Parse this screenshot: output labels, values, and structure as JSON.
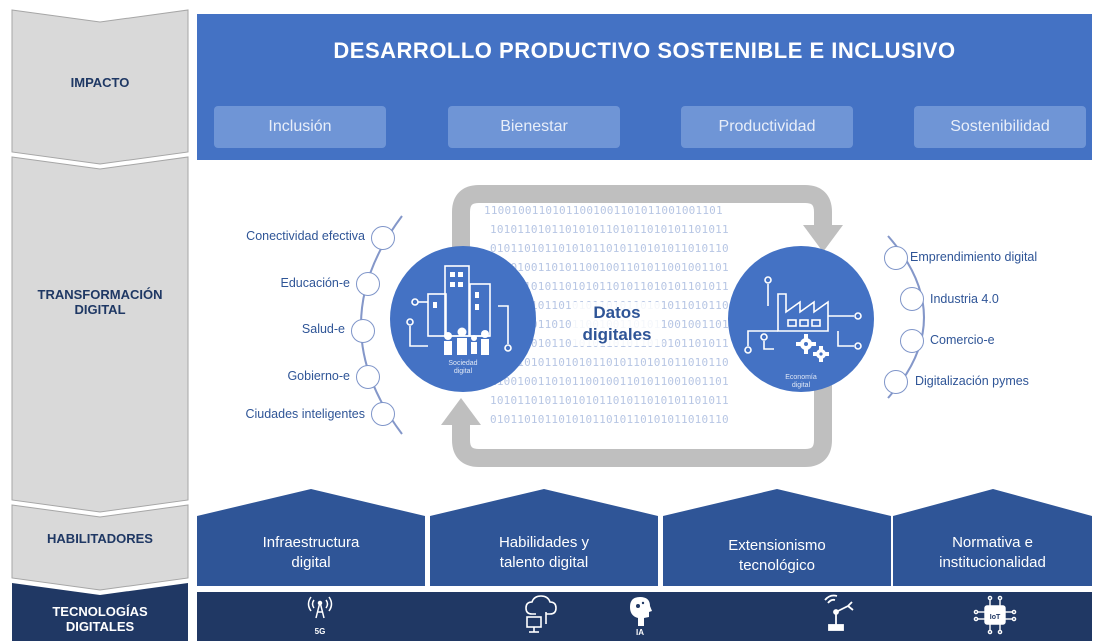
{
  "levels": {
    "impacto": "IMPACTO",
    "transformacion_line1": "TRANSFORMACIÓN",
    "transformacion_line2": "DIGITAL",
    "habilitadores": "HABILITADORES",
    "tecnologias_line1": "TECNOLOGÍAS",
    "tecnologias_line2": "DIGITALES"
  },
  "impact": {
    "title": "DESARROLLO PRODUCTIVO SOSTENIBLE E INCLUSIVO",
    "pillars": [
      "Inclusión",
      "Bienestar",
      "Productividad",
      "Sostenibilidad"
    ]
  },
  "transformation": {
    "left_items": [
      "Conectividad efectiva",
      "Educación-e",
      "Salud-e",
      "Gobierno-e",
      "Ciudades inteligentes"
    ],
    "right_items": [
      "Emprendimiento digital",
      "Industria 4.0",
      "Comercio-e",
      "Digitalización pymes"
    ],
    "center_line1": "Datos",
    "center_line2": "digitales",
    "society_line1": "Sociedad",
    "society_line2": "digital",
    "economy_line1": "Economía",
    "economy_line2": "digital",
    "binary_rows": [
      "11001001101011001001101011001001101",
      "10101101011010101101011010101101011",
      "01011010110101011010110101011010110",
      "11001001101011001001101011001001101",
      "10101101011010101101011010101101011",
      "01011010110101011010110101011010110",
      "11001001101011001001101011001001101",
      "10101101011010101101011010101101011",
      "01011010110101011010110101011010110",
      "11001001101011001001101011001001101",
      "10101101011010101101011010101101011",
      "01011010110101011010110101011010110"
    ]
  },
  "enablers": [
    {
      "line1": "Infraestructura",
      "line2": "digital"
    },
    {
      "line1": "Habilidades y",
      "line2": "talento digital"
    },
    {
      "line1": "Extensionismo",
      "line2": "tecnológico"
    },
    {
      "line1": "Normativa e",
      "line2": "institucionalidad"
    }
  ],
  "technologies": {
    "icons": [
      "5g-tower-icon",
      "cloud-computer-icon",
      "ai-head-icon",
      "robot-arm-icon",
      "iot-chip-icon"
    ],
    "icon_labels": [
      "5G",
      "",
      "IA",
      "",
      "IoT"
    ]
  },
  "colors": {
    "impact_blue": "#4472c4",
    "pill_blue": "#6f95d6",
    "enabler_blue": "#2f5597",
    "tech_navy": "#203864",
    "arrow_gray": "#bfbfbf",
    "chevron_gray": "#d9d9d9"
  }
}
